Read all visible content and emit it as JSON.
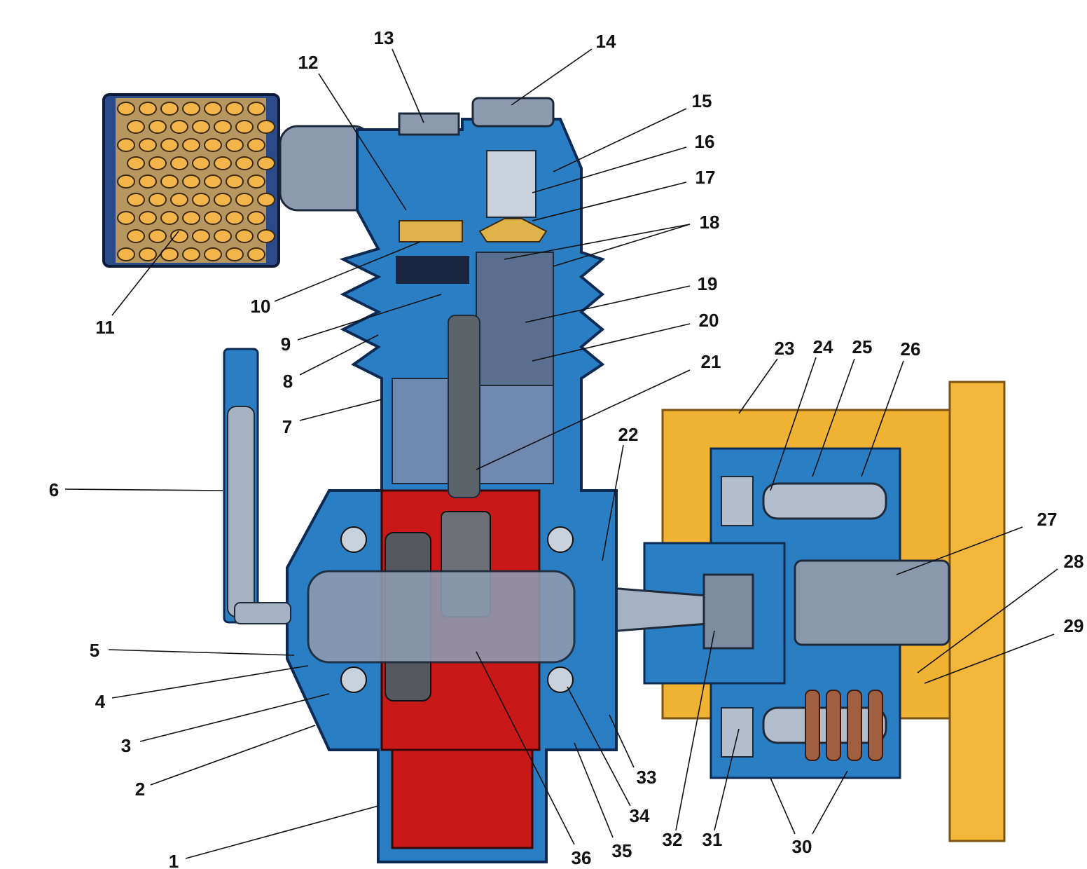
{
  "diagram": {
    "type": "cutaway-assembly",
    "part_labels": [
      "1",
      "2",
      "3",
      "4",
      "5",
      "6",
      "7",
      "8",
      "9",
      "10",
      "11",
      "12",
      "13",
      "14",
      "15",
      "16",
      "17",
      "18",
      "19",
      "20",
      "21",
      "22",
      "23",
      "24",
      "25",
      "26",
      "27",
      "28",
      "29",
      "30",
      "31",
      "32",
      "33",
      "34",
      "35",
      "36"
    ]
  },
  "colors": {
    "body": "#2a7fc4",
    "crankcase": "#c81818",
    "bracket": "#f0b232",
    "filter": "#e8b050",
    "steel": "#9aa7b8"
  }
}
